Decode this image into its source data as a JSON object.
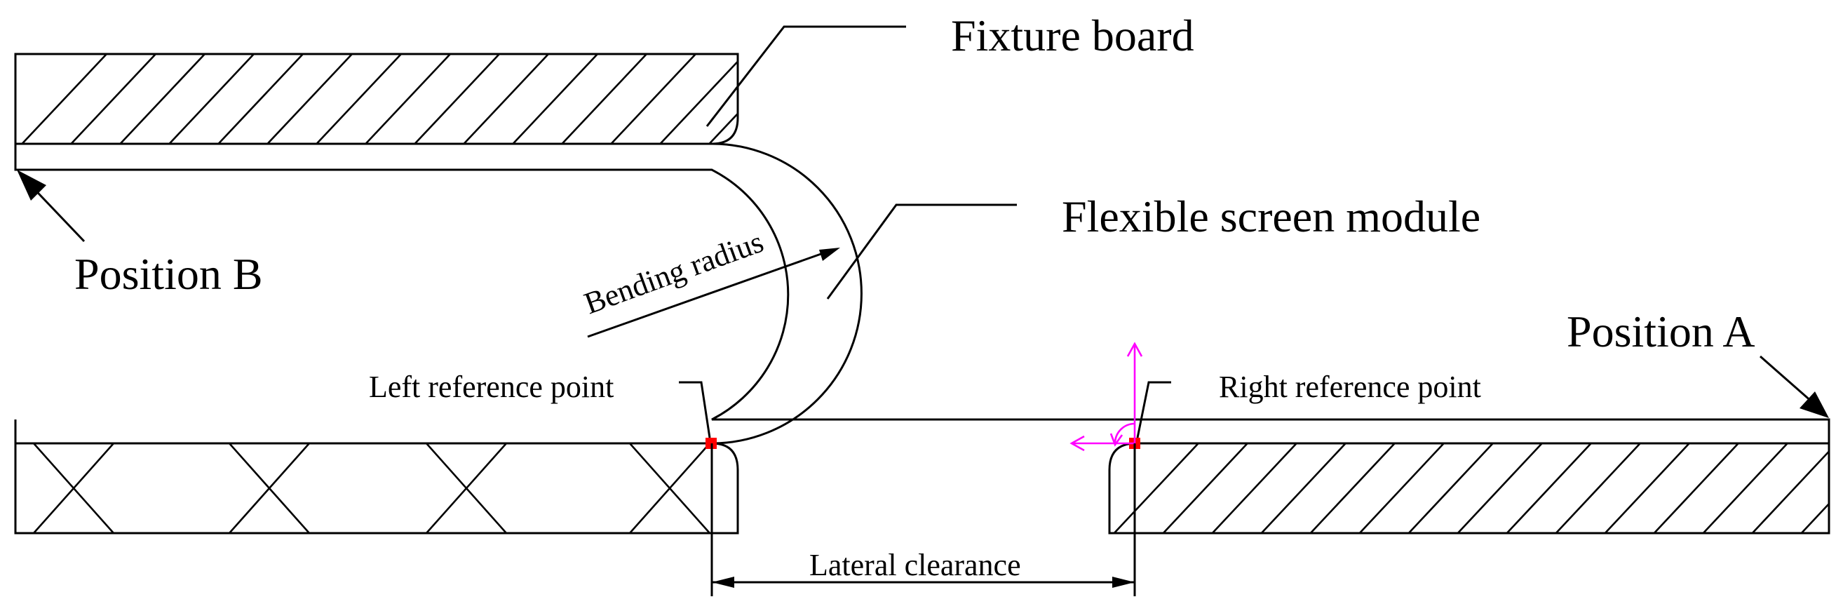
{
  "labels": {
    "fixture_board": "Fixture board",
    "flexible_screen_module": "Flexible screen module",
    "position_a": "Position A",
    "position_b": "Position B",
    "bending_radius": "Bending radius",
    "left_reference_point": "Left reference point",
    "right_reference_point": "Right reference point",
    "lateral_clearance": "Lateral clearance"
  },
  "colors": {
    "line": "#000000",
    "reference_point": "#ff0000",
    "coordinate_axes": "#ff00ff"
  }
}
